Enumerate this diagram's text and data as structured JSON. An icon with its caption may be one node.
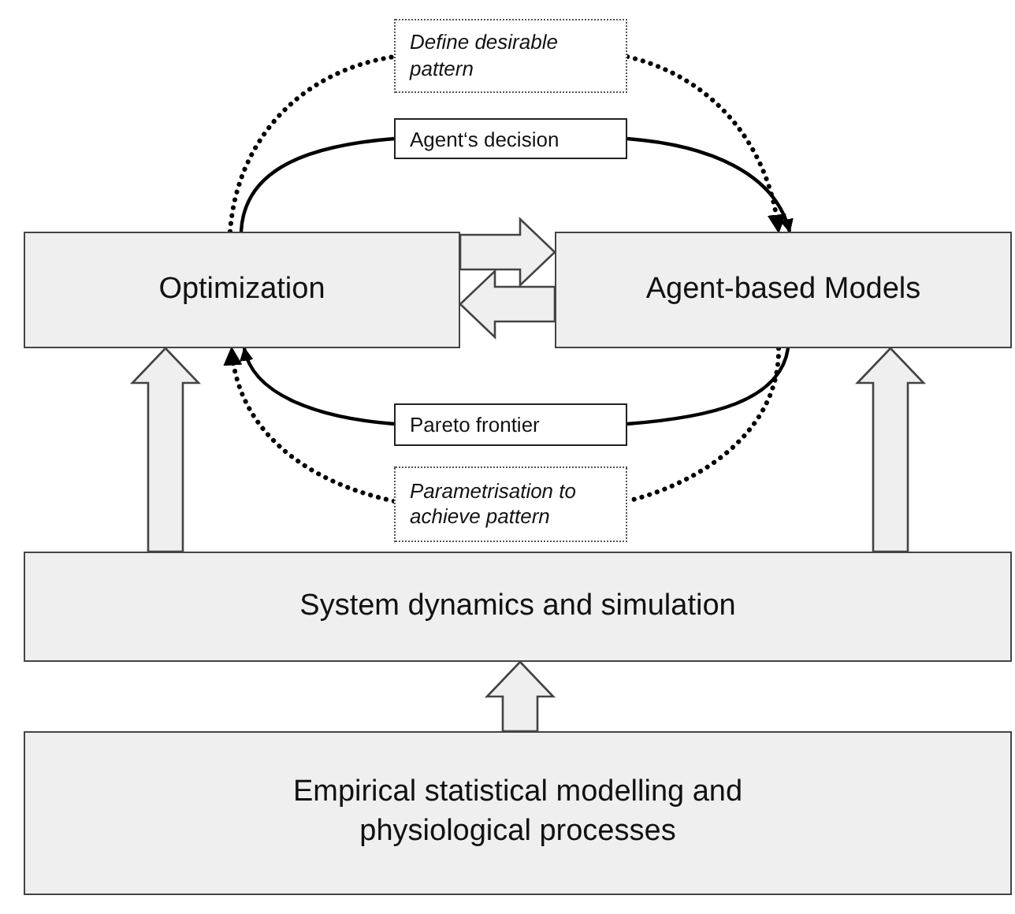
{
  "diagram": {
    "nodes": [
      {
        "text": [
          "Optimization"
        ]
      },
      {
        "text": [
          "Agent-based Models"
        ]
      },
      {
        "text": [
          "System dynamics and simulation"
        ]
      },
      {
        "text": [
          "Empirical statistical modelling and physiological processes"
        ]
      },
      {
        "text": [
          "Define desirable pattern"
        ]
      },
      {
        "text": [
          "Agent‘s decision"
        ]
      },
      {
        "text": [
          "Pareto frontier"
        ]
      },
      {
        "text": [
          "Parametrisation to achieve pattern"
        ]
      }
    ],
    "edges": [
      {
        "from": 0,
        "to": 5,
        "arrow": "none"
      },
      {
        "from": 5,
        "to": 1,
        "arrow": "to"
      },
      {
        "from": 0,
        "to": 4,
        "arrow": "none",
        "style": "dashed"
      },
      {
        "from": 4,
        "to": 1,
        "arrow": "to",
        "style": "dashed"
      },
      {
        "from": 1,
        "to": 6,
        "arrow": "none"
      },
      {
        "from": 6,
        "to": 0,
        "arrow": "to"
      },
      {
        "from": 1,
        "to": 7,
        "arrow": "none",
        "style": "dashed"
      },
      {
        "from": 7,
        "to": 0,
        "arrow": "to",
        "style": "dashed"
      },
      {
        "from": 0,
        "to": 1,
        "arrow": "to",
        "style": "thick"
      },
      {
        "from": 1,
        "to": 0,
        "arrow": "to",
        "style": "thick"
      },
      {
        "from": 2,
        "to": 0,
        "arrow": "to",
        "style": "thick"
      },
      {
        "from": 2,
        "to": 1,
        "arrow": "to",
        "style": "thick"
      },
      {
        "from": 3,
        "to": 2,
        "arrow": "to",
        "style": "thick"
      }
    ]
  }
}
